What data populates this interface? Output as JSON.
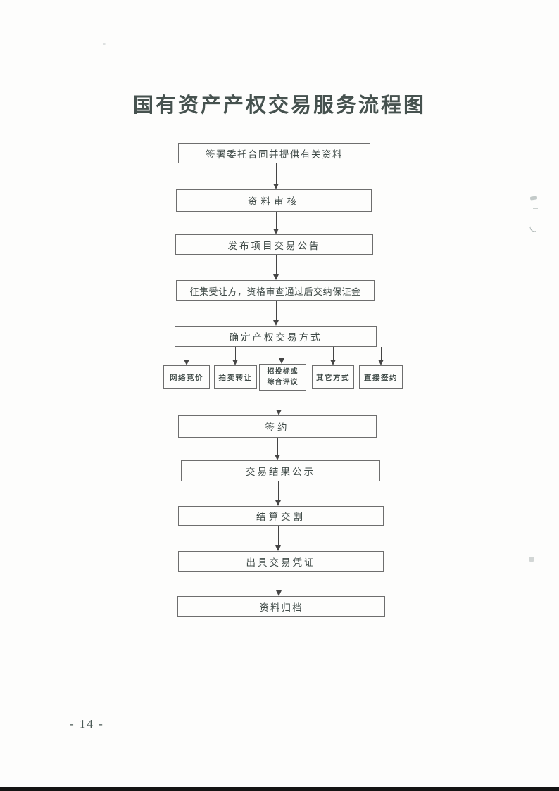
{
  "document": {
    "title": "国有资产产权交易服务流程图",
    "page_number": "- 14 -"
  },
  "flowchart": {
    "steps": [
      {
        "label": "签署委托合同并提供有关资料"
      },
      {
        "label": "资料审核"
      },
      {
        "label": "发布项目交易公告"
      },
      {
        "label": "征集受让方，资格审查通过后交纳保证金"
      },
      {
        "label": "确定产权交易方式"
      }
    ],
    "transaction_methods": [
      {
        "label": "网络竞价"
      },
      {
        "label": "拍卖转让"
      },
      {
        "line1": "招投标或",
        "line2": "综合评议"
      },
      {
        "label": "其它方式"
      },
      {
        "label": "直接签约"
      }
    ],
    "closing_steps": [
      {
        "label": "签约"
      },
      {
        "label": "交易结果公示"
      },
      {
        "label": "结算交割"
      },
      {
        "label": "出具交易凭证"
      },
      {
        "label": "资料归档"
      }
    ]
  },
  "colors": {
    "box_border": "#6e6e6e",
    "text": "#3f4a47",
    "arrow": "#454545",
    "bottom_edge_bar": "#141414"
  }
}
